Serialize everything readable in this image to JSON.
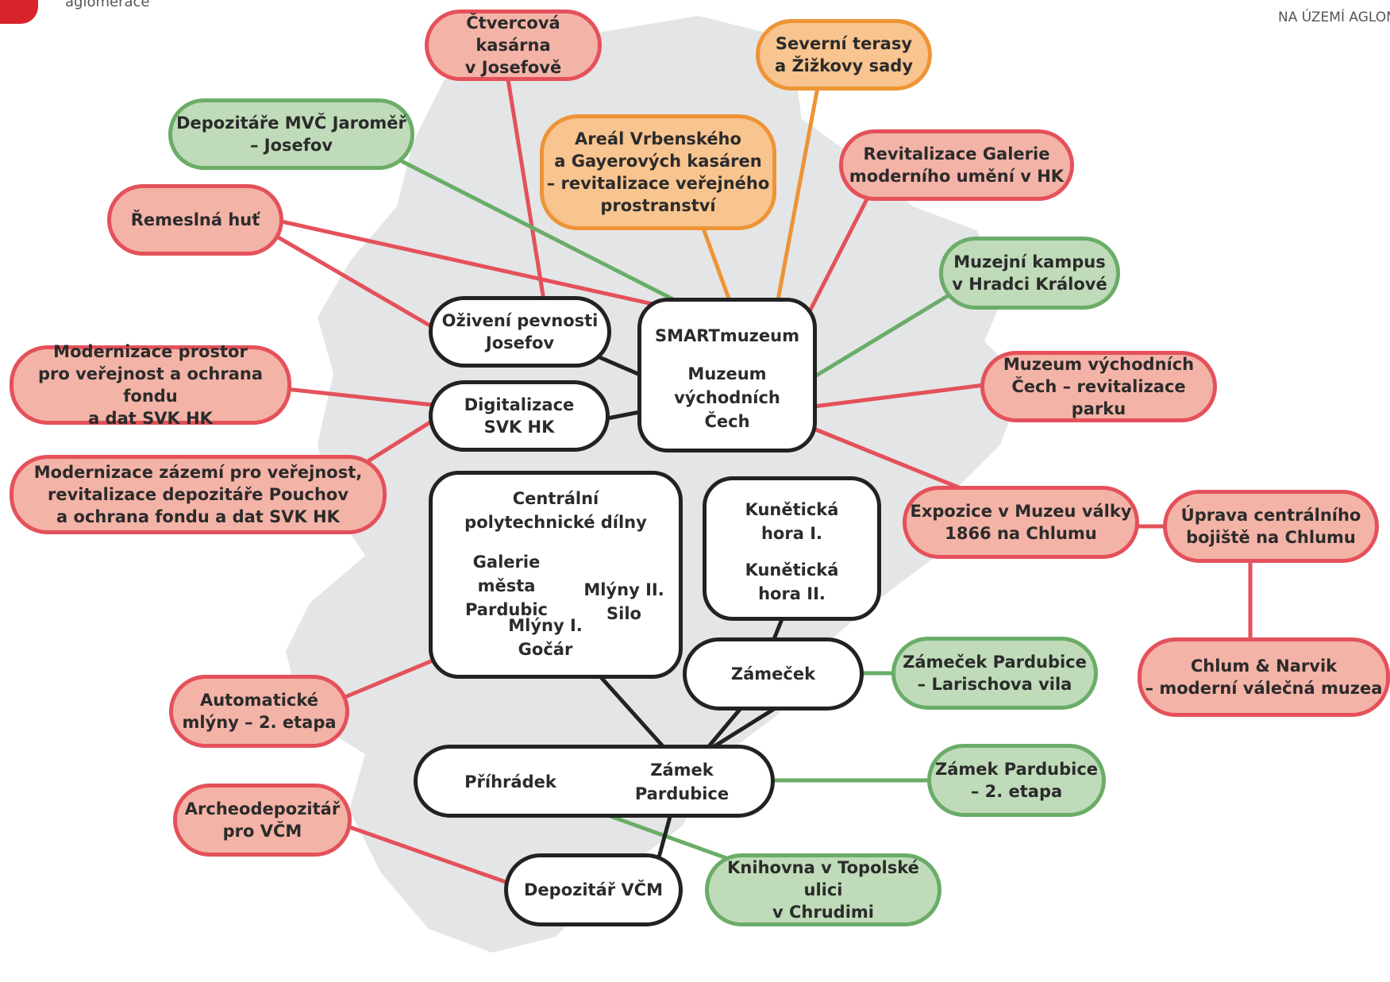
{
  "header": {
    "logo_caption": "aglomerace",
    "corner_text": "NA ÚZEMÍ AGLOMERACE"
  },
  "colors": {
    "red_fill": "#f4b3a7",
    "red_border": "#e4515a",
    "green_fill": "#bfdbb9",
    "green_border": "#6aad68",
    "orange_fill": "#f8c48f",
    "orange_border": "#ee9435",
    "hub_border": "#222222",
    "map": "#e4e5e6"
  },
  "hubs": {
    "smart": {
      "title": "SMARTmuzeum",
      "museum": "Muzeum\nvýchodních\nČech"
    },
    "oziveni": "Oživení pevnosti\nJosefov",
    "digitalizace": "Digitalizace\nSVK HK",
    "polytech": {
      "title": "Centrální\npolytechnické dílny",
      "galerie": "Galerie města\nPardubic",
      "mlyny2": "Mlýny II.\nSilo",
      "mlyny1": "Mlýny I.\nGočár"
    },
    "kuneticka": {
      "h1": "Kunětická\nhora I.",
      "h2": "Kunětická\nhora II."
    },
    "zamecek": "Zámeček",
    "zamek": {
      "prihradek": "Příhrádek",
      "zamek": "Zámek\nPardubice"
    },
    "depozitar": "Depozitář VČM"
  },
  "projects": {
    "ctvercova": "Čtvercová kasárna\nv Josefově",
    "severni": "Severní terasy\na Žižkovy sady",
    "depozitare_mvc": "Depozitáře MVČ Jaroměř\n– Josefov",
    "vrbenskeho": "Areál Vrbenského\na Gayerových kasáren\n– revitalizace veřejného\nprostranství",
    "galerie_umeni": "Revitalizace Galerie\nmoderního umění v HK",
    "remeslna": "Řemeslná huť",
    "kampus": "Muzejní kampus\nv Hradci Králové",
    "modernizace_prostor": "Modernizace prostor\npro veřejnost a ochrana fondu\na dat SVK HK",
    "muzeum_park": "Muzeum východních\nČech – revitalizace parku",
    "pouchov": "Modernizace zázemí pro veřejnost,\nrevitalizace depozitáře Pouchov\na ochrana fondu a dat SVK HK",
    "expozice": "Expozice v Muzeu války\n1866 na Chlumu",
    "uprava": "Úprava centrálního\nbojiště na Chlumu",
    "chlum_narvik": "Chlum & Narvik\n– moderní válečná muzea",
    "zamecek_pce": "Zámeček Pardubice\n– Larischova vila",
    "automaticke": "Automatické\nmlýny – 2. etapa",
    "zamek_etapa": "Zámek Pardubice\n– 2. etapa",
    "archeo": "Archeodepozitář\npro VČM",
    "knihovna": "Knihovna v Topolské ulici\nv Chrudimi"
  }
}
